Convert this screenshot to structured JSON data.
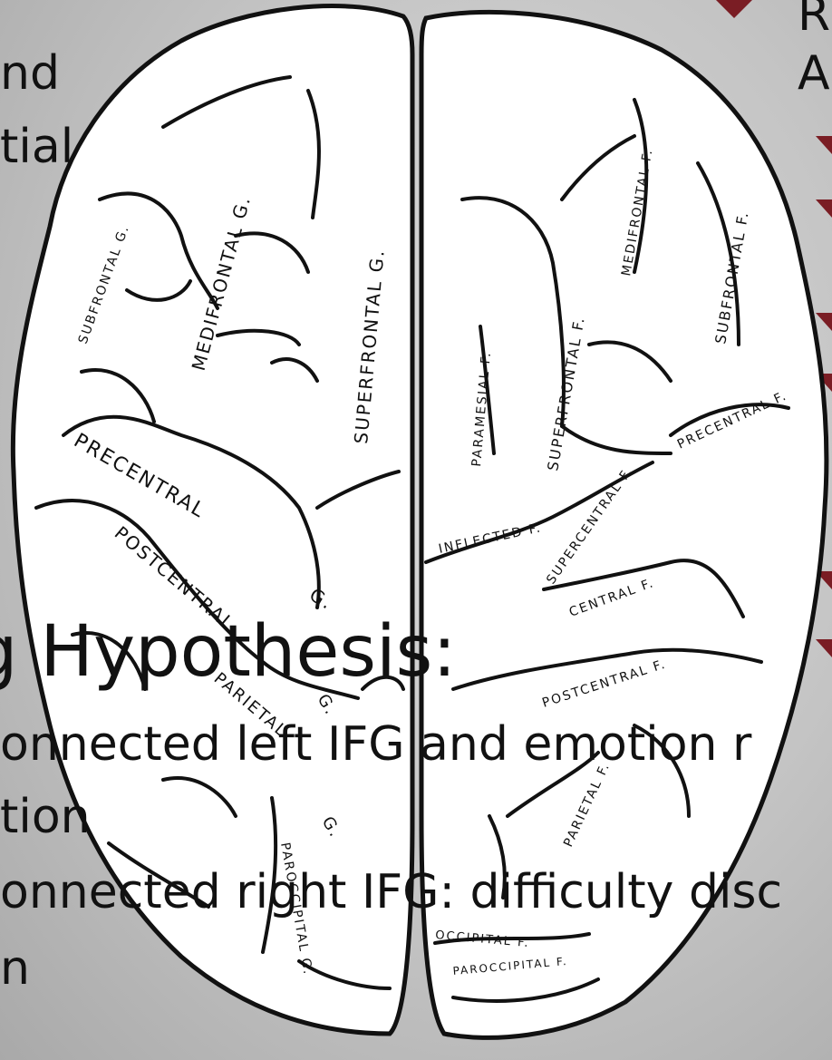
{
  "slide": {
    "left_fragments": [
      "nd",
      "tial"
    ],
    "right_fragments": [
      "R",
      "A"
    ],
    "heading": "g Hypothesis:",
    "line1": "onnected left IFG and emotion r",
    "line2": "tion",
    "line3": "onnected right IFG: difficulty disc",
    "line4": "n"
  },
  "brain": {
    "labels": {
      "subfrontal_g": "SUBFRONTAL G.",
      "medifrontal_g": "MEDIFRONTAL G.",
      "superfrontal_g": "SUPERFRONTAL G.",
      "precentral": "PRECENTRAL",
      "precentral_g": "G.",
      "postcentral": "POSTCENTRAL",
      "postcentral_g": "G.",
      "parietal": "PARIETAL",
      "parietal_g": "G.",
      "paroccipital_g": "PAROCCIPITAL G.",
      "paramesial_f": "PARAMESIAL F.",
      "superfrontal_f": "SUPERFRONTAL F.",
      "medifrontal_f": "MEDIFRONTAL F.",
      "subfrontal_f": "SUBFRONTAL F.",
      "precentral_f": "PRECENTRAL F.",
      "supercentral_f": "SUPERCENTRAL F.",
      "inflected_f": "INFLECTED F.",
      "central_f": "CENTRAL F.",
      "postcentral_f": "POSTCENTRAL F.",
      "parietal_f": "PARIETAL F.",
      "occipital_f": "OCCIPITAL F.",
      "paroccipital_f": "PAROCCIPITAL F."
    }
  },
  "colors": {
    "bullet": "#7a1d24",
    "text": "#111111"
  }
}
